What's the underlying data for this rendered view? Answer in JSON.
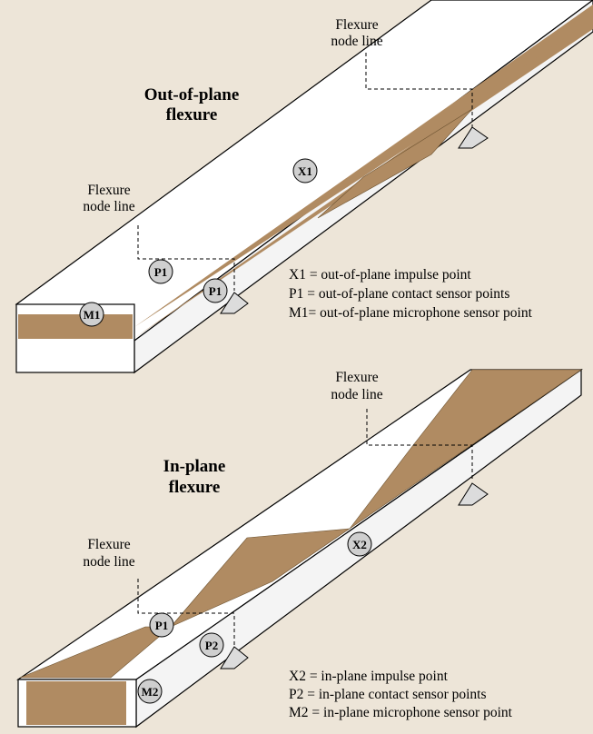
{
  "colors": {
    "background": "#ede5d8",
    "beam_face": "#ffffff",
    "beam_side": "#f4f4f4",
    "core_fill": "#b08b62",
    "marker_fill": "#cfcfcf",
    "outline": "#000000"
  },
  "top_diagram": {
    "heading": [
      "Out-of-plane",
      "flexure"
    ],
    "node_label_upper": [
      "Flexure",
      "node line"
    ],
    "node_label_lower": [
      "Flexure",
      "node line"
    ],
    "markers": {
      "x1": "X1",
      "p1a": "P1",
      "p1b": "P1",
      "m1": "M1"
    },
    "legend": [
      "X1 = out-of-plane impulse point",
      "P1  = out-of-plane contact sensor points",
      "M1= out-of-plane microphone sensor point"
    ]
  },
  "bottom_diagram": {
    "heading": [
      "In-plane",
      "flexure"
    ],
    "node_label_upper": [
      "Flexure",
      "node line"
    ],
    "node_label_lower": [
      "Flexure",
      "node line"
    ],
    "markers": {
      "x2": "X2",
      "p1": "P1",
      "p2": "P2",
      "m2": "M2"
    },
    "legend": [
      "X2  = in-plane impulse point",
      "P2   = in-plane contact sensor points",
      "M2 = in-plane microphone sensor point"
    ]
  }
}
